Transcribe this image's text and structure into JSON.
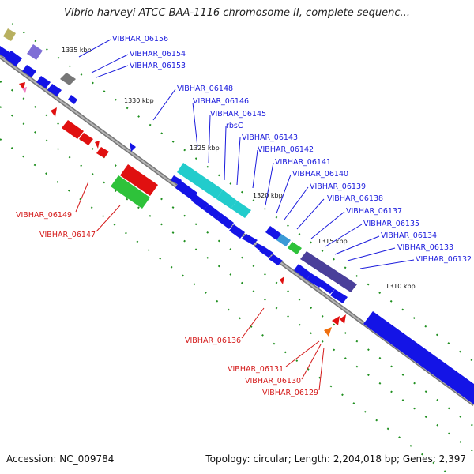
{
  "title": "Vibrio harveyi ATCC BAA-1116 chromosome II, complete sequenc...",
  "footer": {
    "accession": "Accession: NC_009784",
    "summary": "Topology: circular; Length: 2,204,018 bp; Genes: 2,397"
  },
  "scale_labels": [
    "1335 kbp",
    "1330 kbp",
    "1325 kbp",
    "1320 kbp",
    "1315 kbp",
    "1310 kbp"
  ],
  "forward_labels": [
    "VIBHAR_06156",
    "VIBHAR_06154",
    "VIBHAR_06153",
    "VIBHAR_06148",
    "VIBHAR_06146",
    "VIBHAR_06145",
    "rbsC",
    "VIBHAR_06143",
    "VIBHAR_06142",
    "VIBHAR_06141",
    "VIBHAR_06140",
    "VIBHAR_06139",
    "VIBHAR_06138",
    "VIBHAR_06137",
    "VIBHAR_06135",
    "VIBHAR_06134",
    "VIBHAR_06133",
    "VIBHAR_06132"
  ],
  "reverse_labels": [
    "VIBHAR_06149",
    "VIBHAR_06147",
    "VIBHAR_06136",
    "VIBHAR_06131",
    "VIBHAR_06130",
    "VIBHAR_06129"
  ],
  "colors": {
    "forward_label": "#1a1adc",
    "reverse_label": "#d41818",
    "cds_blue": "#1414e6",
    "cds_red": "#e01010",
    "cds_green": "#2ec23a",
    "cds_cyan": "#22cccc",
    "cds_purple": "#4a3f9a",
    "backbone": "#8a8a8a",
    "gc_dots": "#1f8f1f"
  }
}
